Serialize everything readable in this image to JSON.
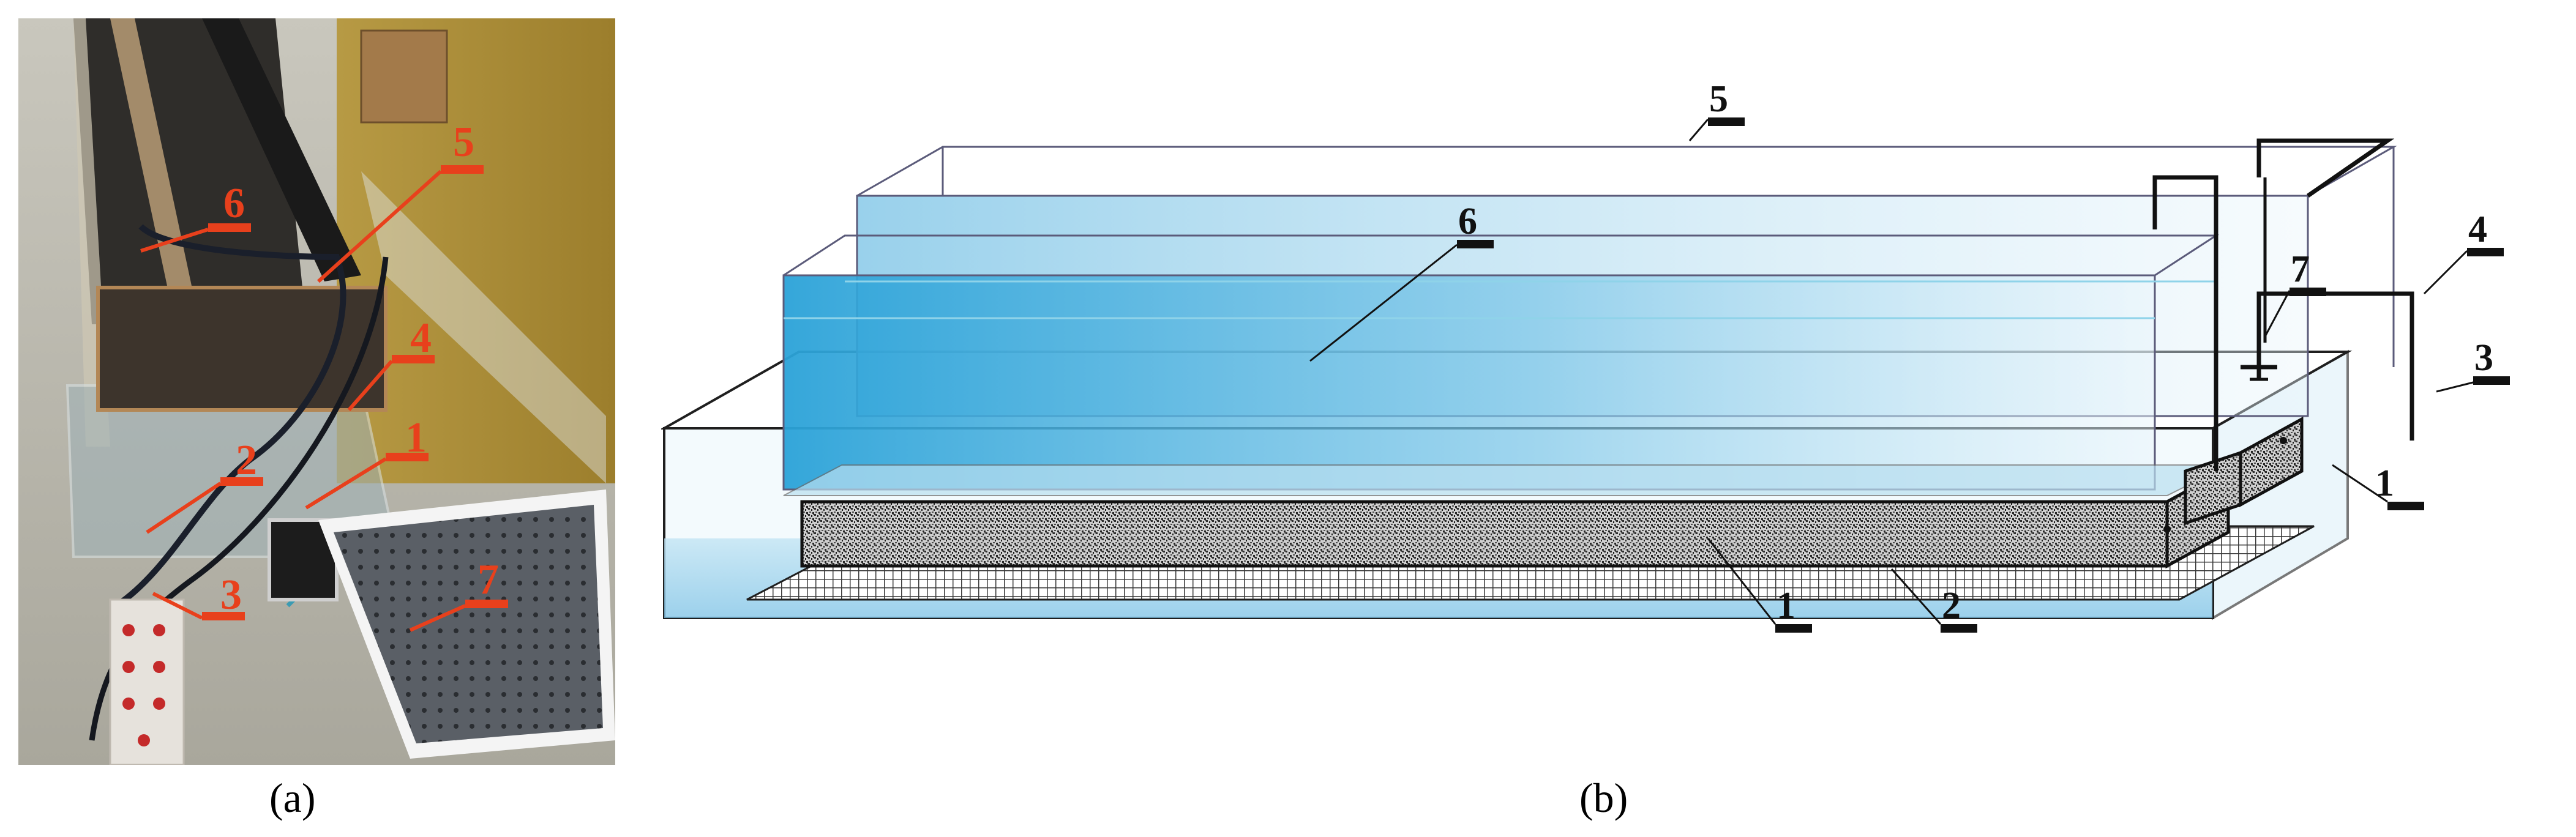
{
  "figure": {
    "caption_a": "(a)",
    "caption_b": "(b)"
  },
  "panel_a": {
    "callouts": [
      "1",
      "2",
      "3",
      "4",
      "5",
      "6",
      "7"
    ],
    "label_color": "#e8401c"
  },
  "panel_b": {
    "callouts": [
      "1",
      "1",
      "2",
      "3",
      "4",
      "5",
      "6",
      "7"
    ],
    "water_color": "#4fb3e0",
    "soil_color": "#6b6b6b"
  }
}
